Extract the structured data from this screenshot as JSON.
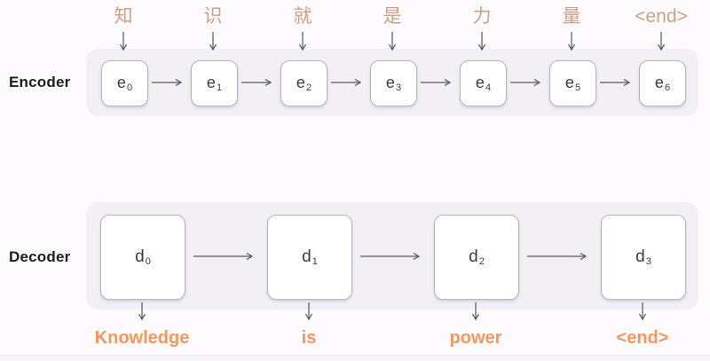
{
  "colors": {
    "background": "#fdfbfd",
    "band": "#f2f0f5",
    "box_fill": "#ffffff",
    "box_border": "#b6b4ba",
    "arrow": "#55555a",
    "input_token": "#d0a083",
    "output_token": "#f9975a",
    "row_label": "#1d1d22",
    "cell_text": "#3c3c40"
  },
  "encoder": {
    "label": "Encoder",
    "inputs": [
      "知",
      "识",
      "就",
      "是",
      "力",
      "量",
      "<end>"
    ],
    "cells": [
      {
        "base": "e",
        "sub": "0"
      },
      {
        "base": "e",
        "sub": "1"
      },
      {
        "base": "e",
        "sub": "2"
      },
      {
        "base": "e",
        "sub": "3"
      },
      {
        "base": "e",
        "sub": "4"
      },
      {
        "base": "e",
        "sub": "5"
      },
      {
        "base": "e",
        "sub": "6"
      }
    ]
  },
  "decoder": {
    "label": "Decoder",
    "cells": [
      {
        "base": "d",
        "sub": "0"
      },
      {
        "base": "d",
        "sub": "1"
      },
      {
        "base": "d",
        "sub": "2"
      },
      {
        "base": "d",
        "sub": "3"
      }
    ],
    "outputs": [
      "Knowledge",
      "is",
      "power",
      "<end>"
    ]
  }
}
